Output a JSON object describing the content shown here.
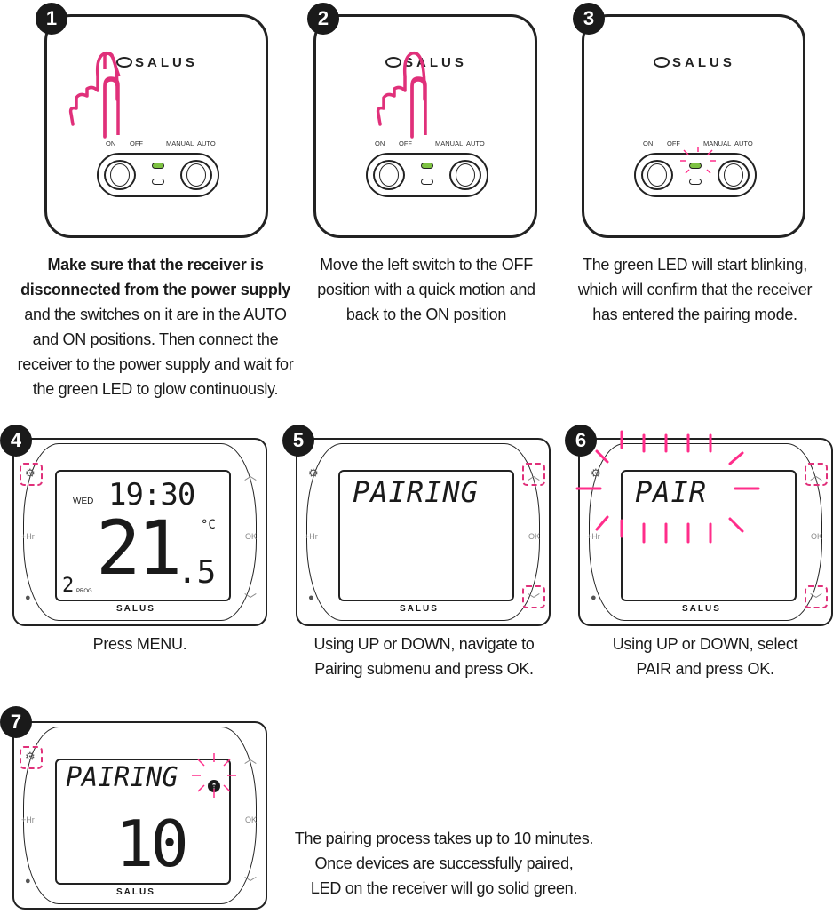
{
  "steps": [
    {
      "number": "1"
    },
    {
      "number": "2"
    },
    {
      "number": "3"
    },
    {
      "number": "4"
    },
    {
      "number": "5"
    },
    {
      "number": "6"
    },
    {
      "number": "7"
    }
  ],
  "receiver": {
    "logo": "SALUS",
    "labels": {
      "on": "ON",
      "off": "OFF",
      "manual": "MANUAL",
      "auto": "AUTO"
    }
  },
  "thermostat": {
    "logo": "SALUS",
    "hr_label": "+Hr",
    "ok_label": "OK"
  },
  "screens": {
    "s4": {
      "day": "WED",
      "time": "19:30",
      "temp_main": "21",
      "temp_decimal": ".5",
      "unit": "°C",
      "prog_num": "2",
      "prog_label": "PROG"
    },
    "s5": {
      "text": "PAIRING"
    },
    "s6": {
      "text": "PAIR"
    },
    "s7": {
      "text": "PAIRING",
      "count": "10"
    }
  },
  "captions": {
    "c1_bold_1": "Make sure that the receiver is",
    "c1_bold_2": "disconnected from the power supply",
    "c1_rest_1": "and the switches on it are in the AUTO",
    "c1_rest_2": "and ON positions. Then connect the",
    "c1_rest_3": "receiver to the power supply and wait for",
    "c1_rest_4": "the green LED to glow continuously.",
    "c2_1": "Move the left switch to the OFF",
    "c2_2": "position with a quick motion and",
    "c2_3": "back to the ON position",
    "c3_1": "The green LED will start blinking,",
    "c3_2": "which will confirm that the receiver",
    "c3_3": "has entered the pairing mode.",
    "c4": "Press MENU.",
    "c5_1": "Using UP or DOWN, navigate to",
    "c5_2": "Pairing submenu and press OK.",
    "c6_1": "Using UP or DOWN, select",
    "c6_2": "PAIR and press OK.",
    "c7_1": "The pairing process takes up to 10 minutes.",
    "c7_2": "Once devices are successfully paired,",
    "c7_3": "LED on the receiver will go solid green."
  },
  "colors": {
    "accent": "#e0307a",
    "led_green": "#7dc242",
    "ink": "#1a1a1a"
  }
}
